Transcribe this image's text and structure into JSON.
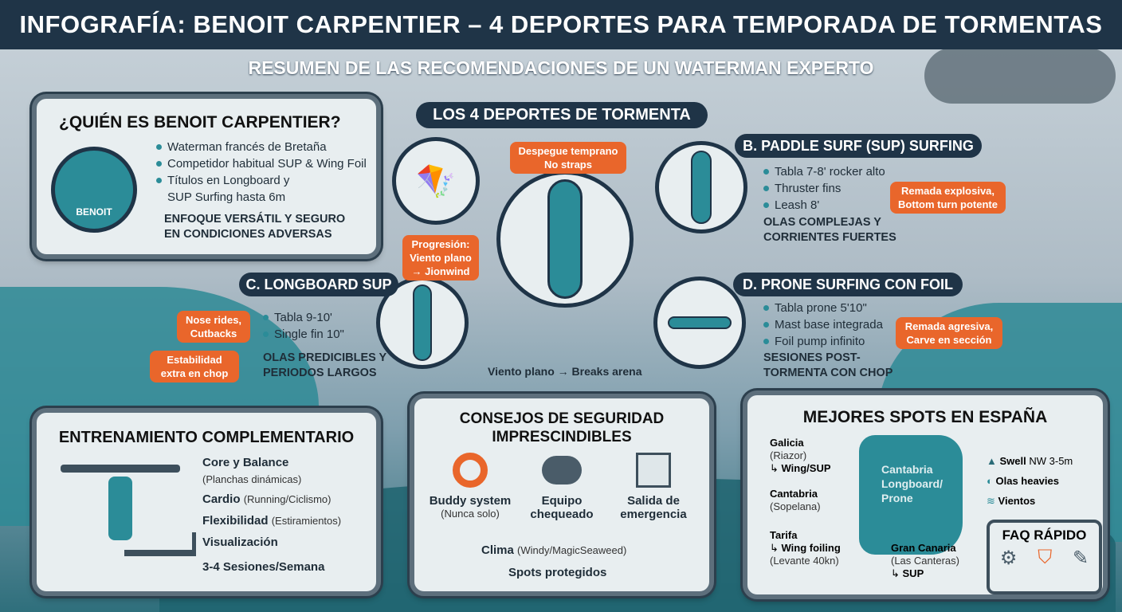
{
  "title": "INFOGRAFÍA: BENOIT CARPENTIER – 4 DEPORTES PARA TEMPORADA DE TORMENTAS",
  "subtitle": "RESUMEN DE LAS RECOMENDACIONES DE UN WATERMAN EXPERTO",
  "who": {
    "heading": "¿QUIÉN ES BENOIT CARPENTIER?",
    "avatar_label": "BENOIT",
    "bullets": [
      "Waterman francés de Bretaña",
      "Competidor habitual SUP & Wing Foil",
      "Títulos en Longboard y SUP Surfing hasta 6m"
    ],
    "focus": "ENFOQUE VERSÁTIL Y SEGURO EN CONDICIONES ADVERSAS"
  },
  "sports": {
    "heading": "LOS 4 DEPORTES DE TORMENTA",
    "a_note": "Despegue temprano No straps",
    "progression": "Progresión: Viento plano → Jionwind",
    "center_note": "Viento plano → Breaks arena",
    "b": {
      "title": "B. PADDLE SURF (SUP) SURFING",
      "bullets": [
        "Tabla 7-8' rocker alto",
        "Thruster fins",
        "Leash 8'"
      ],
      "note": "Remada explosiva, Bottom turn potente",
      "focus": "OLAS COMPLEJAS Y CORRIENTES FUERTES"
    },
    "c": {
      "title": "C. LONGBOARD SUP",
      "bullets": [
        "Tabla 9-10'",
        "Single fin 10\""
      ],
      "note1": "Nose rides, Cutbacks",
      "note2": "Estabilidad extra en chop",
      "focus": "OLAS PREDICIBLES Y PERIODOS LARGOS"
    },
    "d": {
      "title": "D. PRONE SURFING CON FOIL",
      "bullets": [
        "Tabla prone 5'10\"",
        "Mast base integrada",
        "Foil pump infinito"
      ],
      "note": "Remada agresiva, Carve en sección",
      "focus": "SESIONES POST-TORMENTA CON CHOP"
    }
  },
  "training": {
    "heading": "ENTRENAMIENTO COMPLEMENTARIO",
    "items": [
      {
        "b": "Core y Balance",
        "s": "(Planchas dinámicas)"
      },
      {
        "b": "Cardio",
        "s": "(Running/Ciclismo)"
      },
      {
        "b": "Flexibilidad",
        "s": "(Estiramientos)"
      },
      {
        "b": "Visualización",
        "s": ""
      },
      {
        "b": "3-4 Sesiones/Semana",
        "s": ""
      }
    ]
  },
  "safety": {
    "heading": "CONSEJOS DE SEGURIDAD IMPRESCINDIBLES",
    "icons": [
      {
        "b": "Buddy system",
        "s": "(Nunca solo)"
      },
      {
        "b": "Equipo chequeado",
        "s": ""
      },
      {
        "b": "Salida de emergencia",
        "s": ""
      }
    ],
    "items": [
      {
        "b": "Clima",
        "s": "(Windy/MagicSeaweed)"
      },
      {
        "b": "Spots protegidos",
        "s": ""
      }
    ]
  },
  "spots": {
    "heading": "MEJORES SPOTS EN ESPAÑA",
    "map_label": "Cantabria Longboard/ Prone",
    "list": [
      {
        "name": "Galicia",
        "place": "(Riazor)",
        "sport": "Wing/SUP"
      },
      {
        "name": "Cantabria",
        "place": "(Sopelana)",
        "sport": ""
      },
      {
        "name": "Tarifa",
        "place": "(Levante 40kn)",
        "sport": "Wing foiling"
      },
      {
        "name": "Gran Canaria",
        "place": "(Las Canteras)",
        "sport": "SUP"
      }
    ],
    "legend": [
      {
        "b": "Swell",
        "s": "NW 3-5m"
      },
      {
        "b": "Olas heavies",
        "s": ""
      },
      {
        "b": "Vientos",
        "s": ""
      }
    ],
    "faq": "FAQ RÁPIDO"
  },
  "colors": {
    "navy": "#1f3447",
    "orange": "#e9662b",
    "teal": "#2b8c98"
  }
}
